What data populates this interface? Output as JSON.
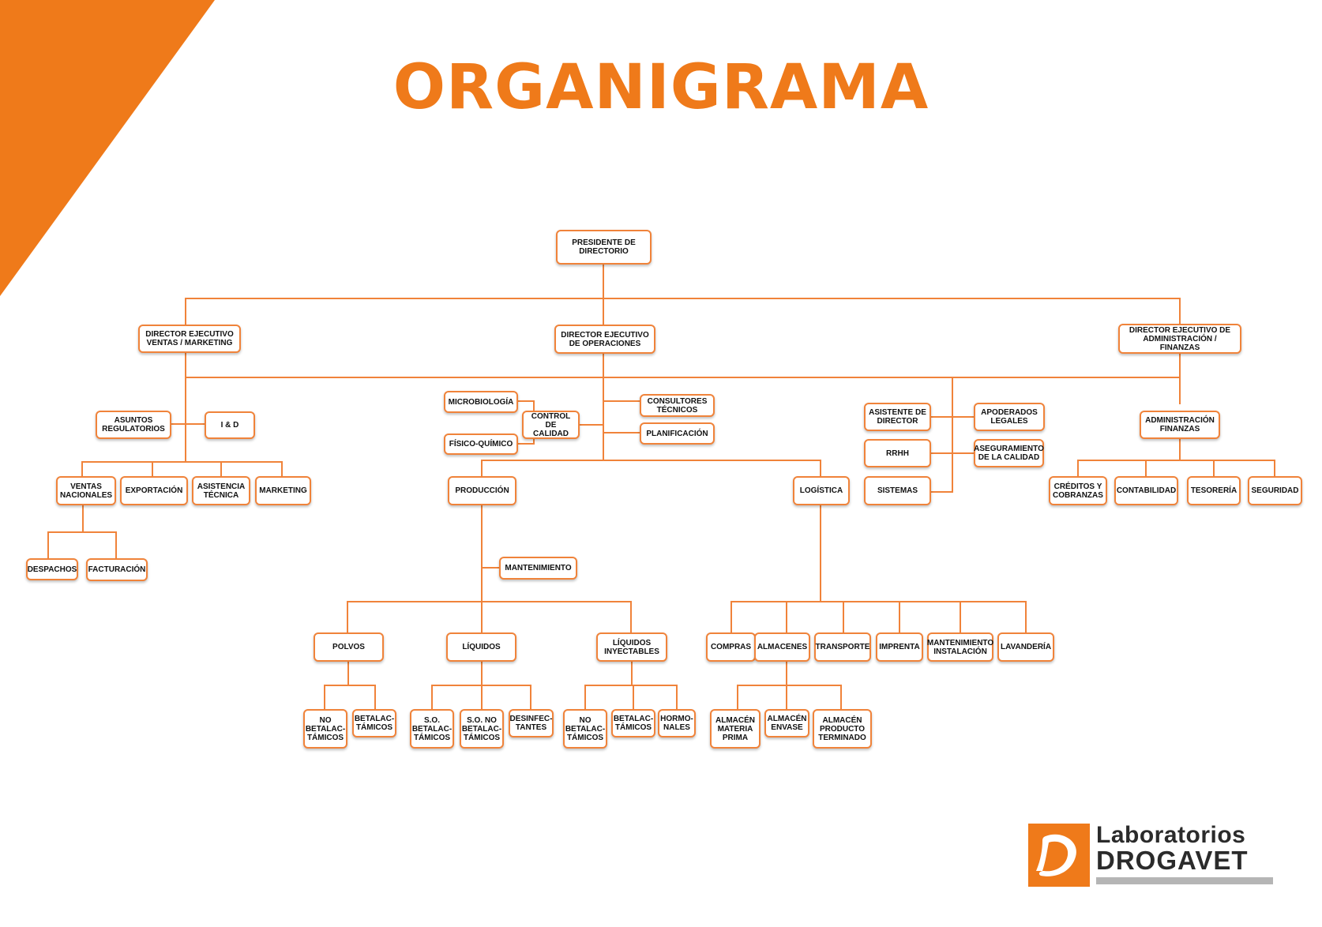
{
  "title": "ORGANIGRAMA",
  "colors": {
    "accent": "#ef7a1a",
    "box_border": "#f0833a",
    "line": "#f0833a",
    "text": "#111111"
  },
  "logo": {
    "line1": "Laboratorios",
    "line2": "DROGAVET",
    "icon": "d-letter-logo"
  },
  "nodes": [
    {
      "id": "presidente",
      "label": "PRESIDENTE DE\nDIRECTORIO"
    },
    {
      "id": "dir_ventas",
      "label": "DIRECTOR EJECUTIVO\nVENTAS / MARKETING"
    },
    {
      "id": "dir_operaciones",
      "label": "DIRECTOR EJECUTIVO\nDE OPERACIONES"
    },
    {
      "id": "dir_admin",
      "label": "DIRECTOR EJECUTIVO DE\nADMINISTRACIÓN / FINANZAS"
    },
    {
      "id": "asuntos_regulatorios",
      "label": "ASUNTOS\nREGULATORIOS"
    },
    {
      "id": "i_d",
      "label": "I & D"
    },
    {
      "id": "ventas_nacionales",
      "label": "VENTAS\nNACIONALES"
    },
    {
      "id": "exportacion",
      "label": "EXPORTACIÓN"
    },
    {
      "id": "asistencia_tecnica",
      "label": "ASISTENCIA\nTÉCNICA"
    },
    {
      "id": "marketing",
      "label": "MARKETING"
    },
    {
      "id": "despachos",
      "label": "DESPACHOS"
    },
    {
      "id": "facturacion",
      "label": "FACTURACIÓN"
    },
    {
      "id": "microbiologia",
      "label": "MICROBIOLOGÍA"
    },
    {
      "id": "fisico_quimico",
      "label": "FÍSICO-QUÍMICO"
    },
    {
      "id": "control_calidad",
      "label": "CONTROL DE\nCALIDAD"
    },
    {
      "id": "consultores",
      "label": "CONSULTORES\nTÉCNICOS"
    },
    {
      "id": "planificacion",
      "label": "PLANIFICACIÓN"
    },
    {
      "id": "produccion",
      "label": "PRODUCCIÓN"
    },
    {
      "id": "logistica",
      "label": "LOGÍSTICA"
    },
    {
      "id": "mantenimiento",
      "label": "MANTENIMIENTO"
    },
    {
      "id": "polvos",
      "label": "POLVOS"
    },
    {
      "id": "liquidos",
      "label": "LÍQUIDOS"
    },
    {
      "id": "liquidos_iny",
      "label": "LÍQUIDOS\nINYECTABLES"
    },
    {
      "id": "polvos_no_beta",
      "label": "NO\nBETALAC-\nTÁMICOS"
    },
    {
      "id": "polvos_beta",
      "label": "BETALAC-\nTÁMICOS"
    },
    {
      "id": "so_beta",
      "label": "S.O.\nBETALAC-\nTÁMICOS"
    },
    {
      "id": "so_no_beta",
      "label": "S.O. NO\nBETALAC-\nTÁMICOS"
    },
    {
      "id": "desinfectantes",
      "label": "DESINFEC-\nTANTES"
    },
    {
      "id": "iny_no_beta",
      "label": "NO\nBETALAC-\nTÁMICOS"
    },
    {
      "id": "iny_beta",
      "label": "BETALAC-\nTÁMICOS"
    },
    {
      "id": "hormonales",
      "label": "HORMO-\nNALES"
    },
    {
      "id": "compras",
      "label": "COMPRAS"
    },
    {
      "id": "almacenes",
      "label": "ALMACENES"
    },
    {
      "id": "transporte",
      "label": "TRANSPORTE"
    },
    {
      "id": "imprenta",
      "label": "IMPRENTA"
    },
    {
      "id": "mant_instalacion",
      "label": "MANTENIMIENTO\nINSTALACIÓN"
    },
    {
      "id": "lavanderia",
      "label": "LAVANDERÍA"
    },
    {
      "id": "almacen_mp",
      "label": "ALMACÉN\nMATERIA\nPRIMA"
    },
    {
      "id": "almacen_envase",
      "label": "ALMACÉN\nENVASE"
    },
    {
      "id": "almacen_pt",
      "label": "ALMACÉN\nPRODUCTO\nTERMINADO"
    },
    {
      "id": "asistente_director",
      "label": "ASISTENTE DE\nDIRECTOR"
    },
    {
      "id": "rrhh",
      "label": "RRHH"
    },
    {
      "id": "sistemas",
      "label": "SISTEMAS"
    },
    {
      "id": "apoderados",
      "label": "APODERADOS\nLEGALES"
    },
    {
      "id": "aseguramiento",
      "label": "ASEGURAMIENTO\nDE LA CALIDAD"
    },
    {
      "id": "admin_finanzas",
      "label": "ADMINISTRACIÓN\nFINANZAS"
    },
    {
      "id": "creditos",
      "label": "CRÉDITOS Y\nCOBRANZAS"
    },
    {
      "id": "contabilidad",
      "label": "CONTABILIDAD"
    },
    {
      "id": "tesoreria",
      "label": "TESORERÍA"
    },
    {
      "id": "seguridad",
      "label": "SEGURIDAD"
    }
  ]
}
